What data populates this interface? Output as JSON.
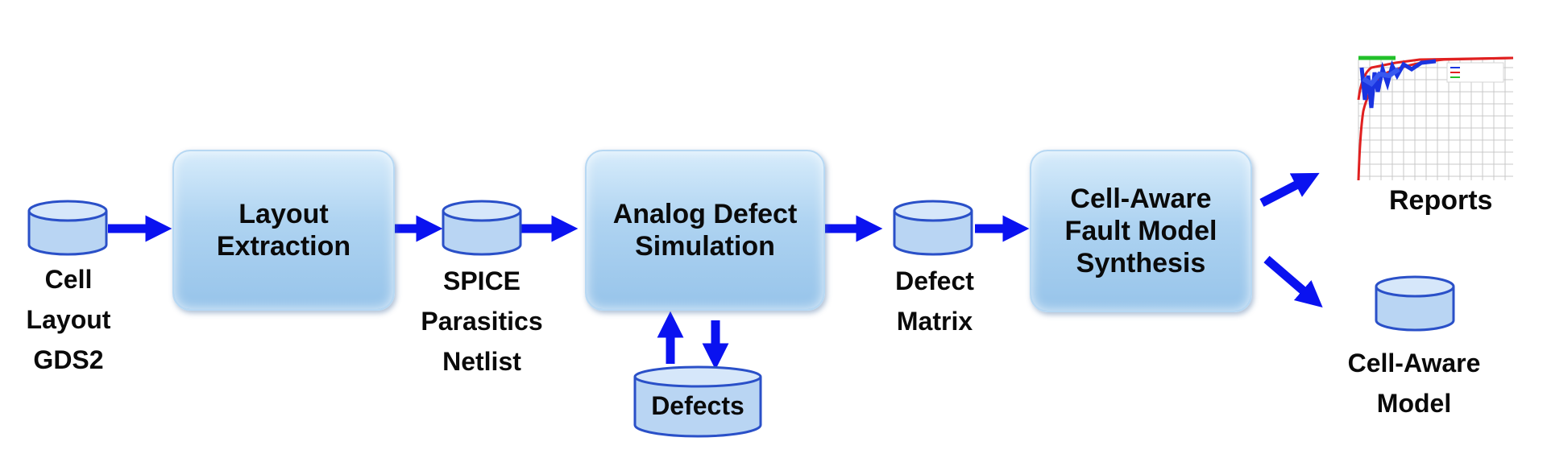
{
  "blocks": {
    "layout_extraction": "Layout\nExtraction",
    "analog_defect_simulation": "Analog Defect\nSimulation",
    "fault_model_synthesis": "Cell-Aware\nFault Model\nSynthesis"
  },
  "data_stores": {
    "cell_layout": "Cell\nLayout\nGDS2",
    "spice_netlist": "SPICE\nParasitics\nNetlist",
    "defect_matrix": "Defect\nMatrix",
    "defects": "Defects",
    "cell_aware_model": "Cell-Aware\nModel"
  },
  "outputs": {
    "reports": "Reports"
  },
  "colors": {
    "arrow": "#0a12f0",
    "cylinder_fill": "#b9d5f3",
    "cylinder_stroke": "#2a50c8",
    "block_fill": "#aed3f1"
  },
  "icons": {
    "database": "database-icon",
    "report_chart": "chart-thumbnail-icon"
  }
}
